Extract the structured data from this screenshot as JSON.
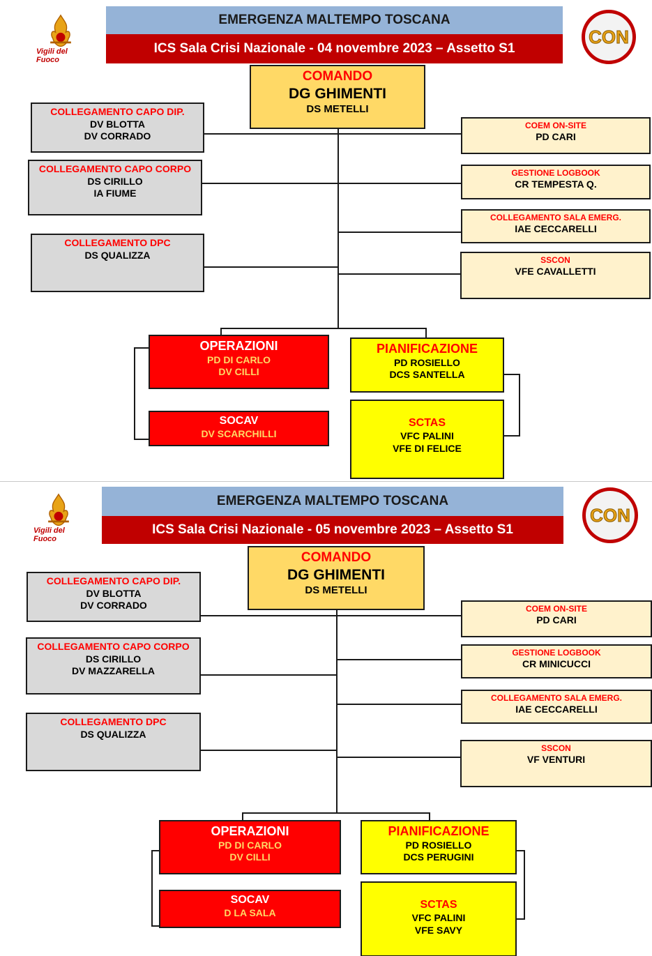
{
  "panels": [
    {
      "title": "EMERGENZA MALTEMPO TOSCANA",
      "subtitle": "ICS Sala Crisi Nazionale - 04 novembre 2023 – Assetto S1",
      "logo_left_text": "Vigili del Fuoco",
      "logo_right_text": "CON",
      "comando": {
        "heading": "COMANDO",
        "line1": "DG GHIMENTI",
        "line2": "DS METELLI"
      },
      "left_boxes": [
        {
          "heading": "COLLEGAMENTO CAPO DIP.",
          "lines": [
            "DV BLOTTA",
            "DV CORRADO"
          ]
        },
        {
          "heading": "COLLEGAMENTO CAPO CORPO",
          "lines": [
            "DS CIRILLO",
            "IA FIUME"
          ]
        },
        {
          "heading": "COLLEGAMENTO DPC",
          "lines": [
            "DS QUALIZZA"
          ]
        }
      ],
      "right_boxes": [
        {
          "heading": "COEM ON-SITE",
          "lines": [
            "PD CARI"
          ]
        },
        {
          "heading": "GESTIONE LOGBOOK",
          "lines": [
            "CR TEMPESTA Q."
          ]
        },
        {
          "heading": "COLLEGAMENTO SALA EMERG.",
          "lines": [
            "IAE CECCARELLI"
          ]
        },
        {
          "heading": "SSCON",
          "lines": [
            "VFE CAVALLETTI"
          ]
        }
      ],
      "operazioni": {
        "heading": "OPERAZIONI",
        "lines": [
          "PD DI CARLO",
          "DV CILLI"
        ]
      },
      "socav": {
        "heading": "SOCAV",
        "lines": [
          "DV SCARCHILLI"
        ]
      },
      "pianificazione": {
        "heading": "PIANIFICAZIONE",
        "lines": [
          "PD ROSIELLO",
          "DCS SANTELLA"
        ]
      },
      "sctas": {
        "heading": "SCTAS",
        "lines": [
          "VFC PALINI",
          "VFE DI FELICE"
        ]
      }
    },
    {
      "title": "EMERGENZA MALTEMPO TOSCANA",
      "subtitle": "ICS Sala Crisi Nazionale - 05 novembre 2023 – Assetto S1",
      "logo_left_text": "Vigili del Fuoco",
      "logo_right_text": "CON",
      "comando": {
        "heading": "COMANDO",
        "line1": "DG GHIMENTI",
        "line2": "DS METELLI"
      },
      "left_boxes": [
        {
          "heading": "COLLEGAMENTO CAPO DIP.",
          "lines": [
            "DV BLOTTA",
            "DV CORRADO"
          ]
        },
        {
          "heading": "COLLEGAMENTO CAPO CORPO",
          "lines": [
            "DS CIRILLO",
            "DV MAZZARELLA"
          ]
        },
        {
          "heading": "COLLEGAMENTO DPC",
          "lines": [
            "DS QUALIZZA"
          ]
        }
      ],
      "right_boxes": [
        {
          "heading": "COEM ON-SITE",
          "lines": [
            "PD CARI"
          ]
        },
        {
          "heading": "GESTIONE LOGBOOK",
          "lines": [
            "CR MINICUCCI"
          ]
        },
        {
          "heading": "COLLEGAMENTO SALA EMERG.",
          "lines": [
            "IAE CECCARELLI"
          ]
        },
        {
          "heading": "SSCON",
          "lines": [
            "VF VENTURI"
          ]
        }
      ],
      "operazioni": {
        "heading": "OPERAZIONI",
        "lines": [
          "PD DI CARLO",
          "DV CILLI"
        ]
      },
      "socav": {
        "heading": "SOCAV",
        "lines": [
          "D LA SALA"
        ]
      },
      "pianificazione": {
        "heading": "PIANIFICAZIONE",
        "lines": [
          "PD ROSIELLO",
          "DCS PERUGINI"
        ]
      },
      "sctas": {
        "heading": "SCTAS",
        "lines": [
          "VFC PALINI",
          "VFE SAVY"
        ]
      }
    }
  ],
  "colors": {
    "title_bar": "#95b3d7",
    "subtitle_bar": "#c00000",
    "comando": "#ffd966",
    "staff_left": "#d9d9d9",
    "staff_right": "#fff2cc",
    "operazioni": "#ff0000",
    "pianificazione": "#ffff00"
  }
}
